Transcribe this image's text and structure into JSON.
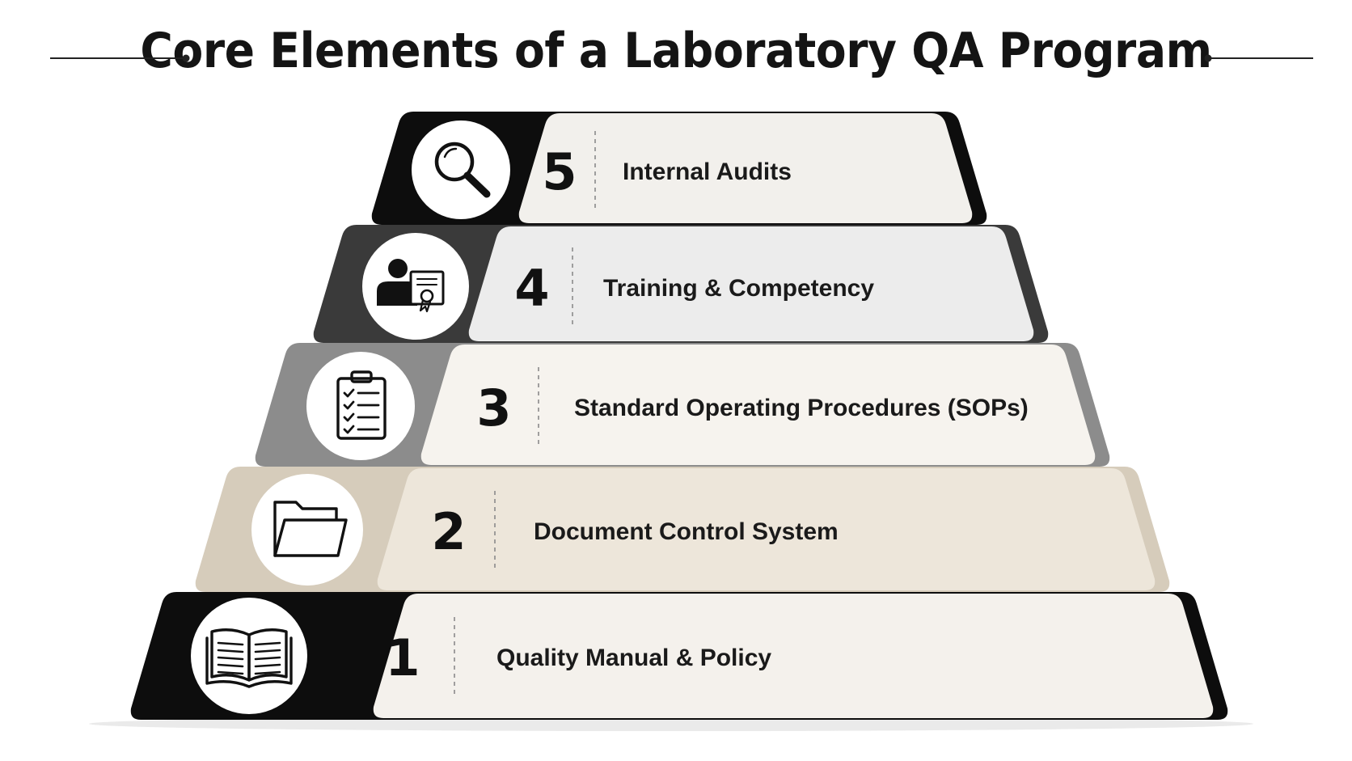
{
  "title": "Core Elements of a Laboratory QA Program",
  "colors": {
    "title_text": "#141414",
    "label_text": "#1a1a1a",
    "tier_1_accent": "#0d0d0d",
    "tier_2_accent": "#d6ccbb",
    "tier_3_accent": "#8c8c8c",
    "tier_4_accent": "#3a3a3a",
    "tier_5_accent": "#0d0d0d"
  },
  "tiers": [
    {
      "number": "1",
      "label": "Quality Manual & Policy",
      "icon": "open-book-icon",
      "accent": "#0d0d0d",
      "body": "#f4f1ec"
    },
    {
      "number": "2",
      "label": "Document Control System",
      "icon": "folder-icon",
      "accent": "#d6ccbb",
      "body": "#ede6da"
    },
    {
      "number": "3",
      "label": "Standard Operating Procedures (SOPs)",
      "icon": "clipboard-checklist-icon",
      "accent": "#8c8c8c",
      "body": "#f6f3ee"
    },
    {
      "number": "4",
      "label": "Training & Competency",
      "icon": "person-certificate-icon",
      "accent": "#3a3a3a",
      "body": "#ececec"
    },
    {
      "number": "5",
      "label": "Internal Audits",
      "icon": "magnifying-glass-icon",
      "accent": "#0d0d0d",
      "body": "#f2f0ec"
    }
  ]
}
